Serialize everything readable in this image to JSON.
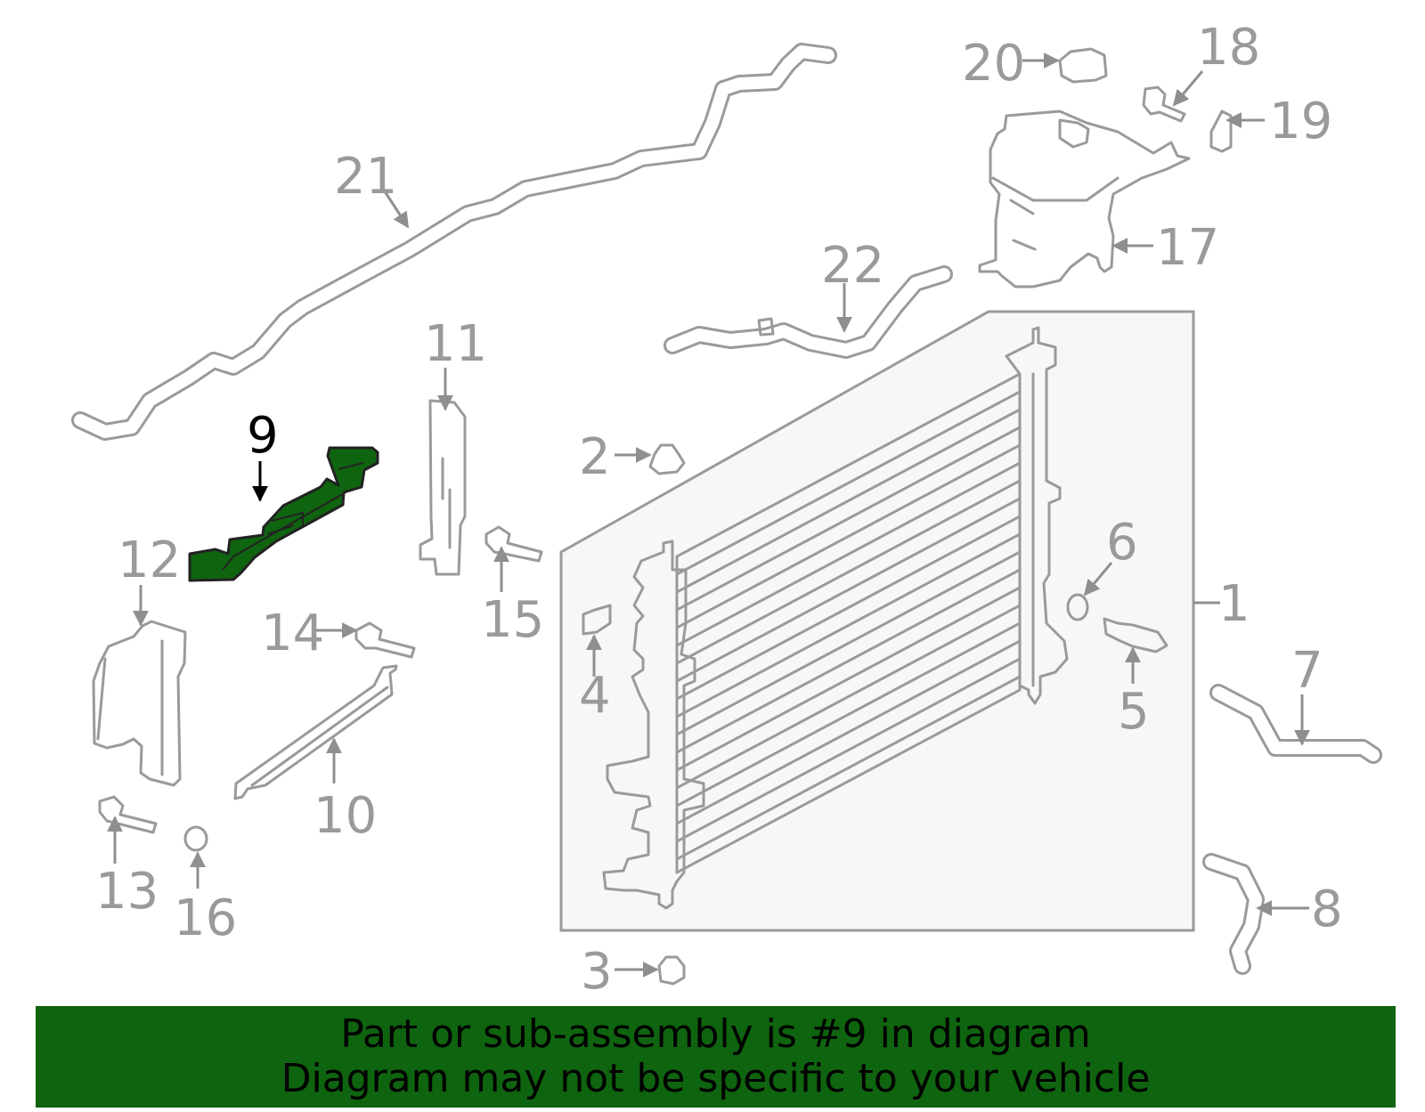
{
  "callouts": [
    {
      "id": "1",
      "label": "1"
    },
    {
      "id": "2",
      "label": "2"
    },
    {
      "id": "3",
      "label": "3"
    },
    {
      "id": "4",
      "label": "4"
    },
    {
      "id": "5",
      "label": "5"
    },
    {
      "id": "6",
      "label": "6"
    },
    {
      "id": "7",
      "label": "7"
    },
    {
      "id": "8",
      "label": "8"
    },
    {
      "id": "9",
      "label": "9",
      "highlighted": true
    },
    {
      "id": "10",
      "label": "10"
    },
    {
      "id": "11",
      "label": "11"
    },
    {
      "id": "12",
      "label": "12"
    },
    {
      "id": "13",
      "label": "13"
    },
    {
      "id": "14",
      "label": "14"
    },
    {
      "id": "15",
      "label": "15"
    },
    {
      "id": "16",
      "label": "16"
    },
    {
      "id": "17",
      "label": "17"
    },
    {
      "id": "18",
      "label": "18"
    },
    {
      "id": "19",
      "label": "19"
    },
    {
      "id": "20",
      "label": "20"
    },
    {
      "id": "21",
      "label": "21"
    },
    {
      "id": "22",
      "label": "22"
    }
  ],
  "highlighted_part": "9",
  "colors": {
    "highlight_fill": "#0f640f",
    "part_stroke": "#9a9a9a",
    "label_gray": "#9a9a9a",
    "banner_background": "#0f640f",
    "assembly_box_fill": "#f7f7f7"
  },
  "banner": {
    "line1": "Part or sub-assembly is #9 in diagram",
    "line2": "Diagram may not be specific to your vehicle"
  }
}
